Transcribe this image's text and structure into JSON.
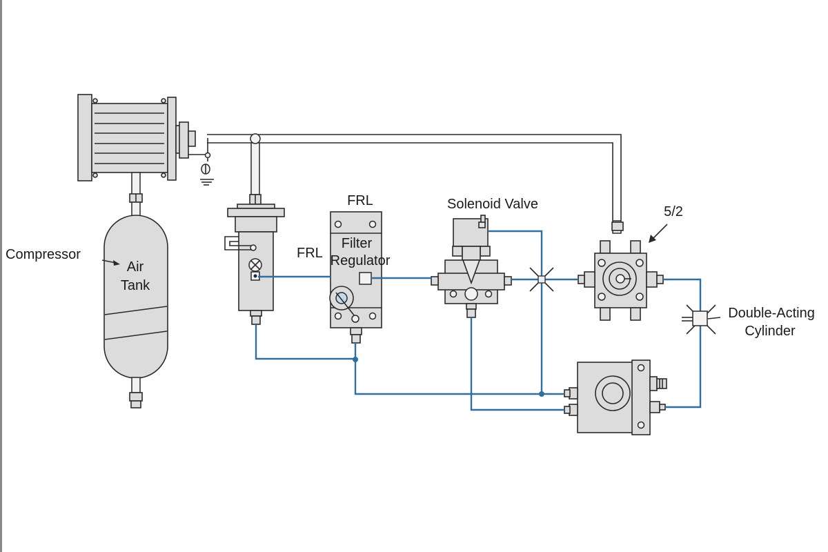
{
  "diagram": {
    "title": "Pneumatic circuit schematic",
    "colors": {
      "component_fill": "#dcdcdc",
      "outline": "#2a2a2a",
      "signal_line": "#2f6f9f",
      "background": "#ffffff"
    },
    "labels": {
      "compressor": "Compressor",
      "air_tank_line1": "Air",
      "air_tank_line2": "Tank",
      "frl_top": "FRL",
      "frl_side": "FRL",
      "filter_regulator_line1": "Filter",
      "filter_regulator_line2": "Regulator",
      "solenoid_valve": "Solenoid Valve",
      "valve_type": "5/2",
      "cylinder_line1": "Double-Acting",
      "cylinder_line2": "Cylinder"
    },
    "components": [
      {
        "id": "compressor-motor",
        "name": "Compressor motor"
      },
      {
        "id": "air-tank",
        "name": "Air Tank"
      },
      {
        "id": "frl-filter",
        "name": "FRL filter unit"
      },
      {
        "id": "filter-regulator",
        "name": "Filter Regulator"
      },
      {
        "id": "solenoid-valve",
        "name": "Solenoid Valve"
      },
      {
        "id": "directional-valve-5-2",
        "name": "5/2 valve"
      },
      {
        "id": "double-acting-cylinder",
        "name": "Double-Acting Cylinder"
      },
      {
        "id": "actuator-block",
        "name": "Actuator block"
      }
    ]
  }
}
